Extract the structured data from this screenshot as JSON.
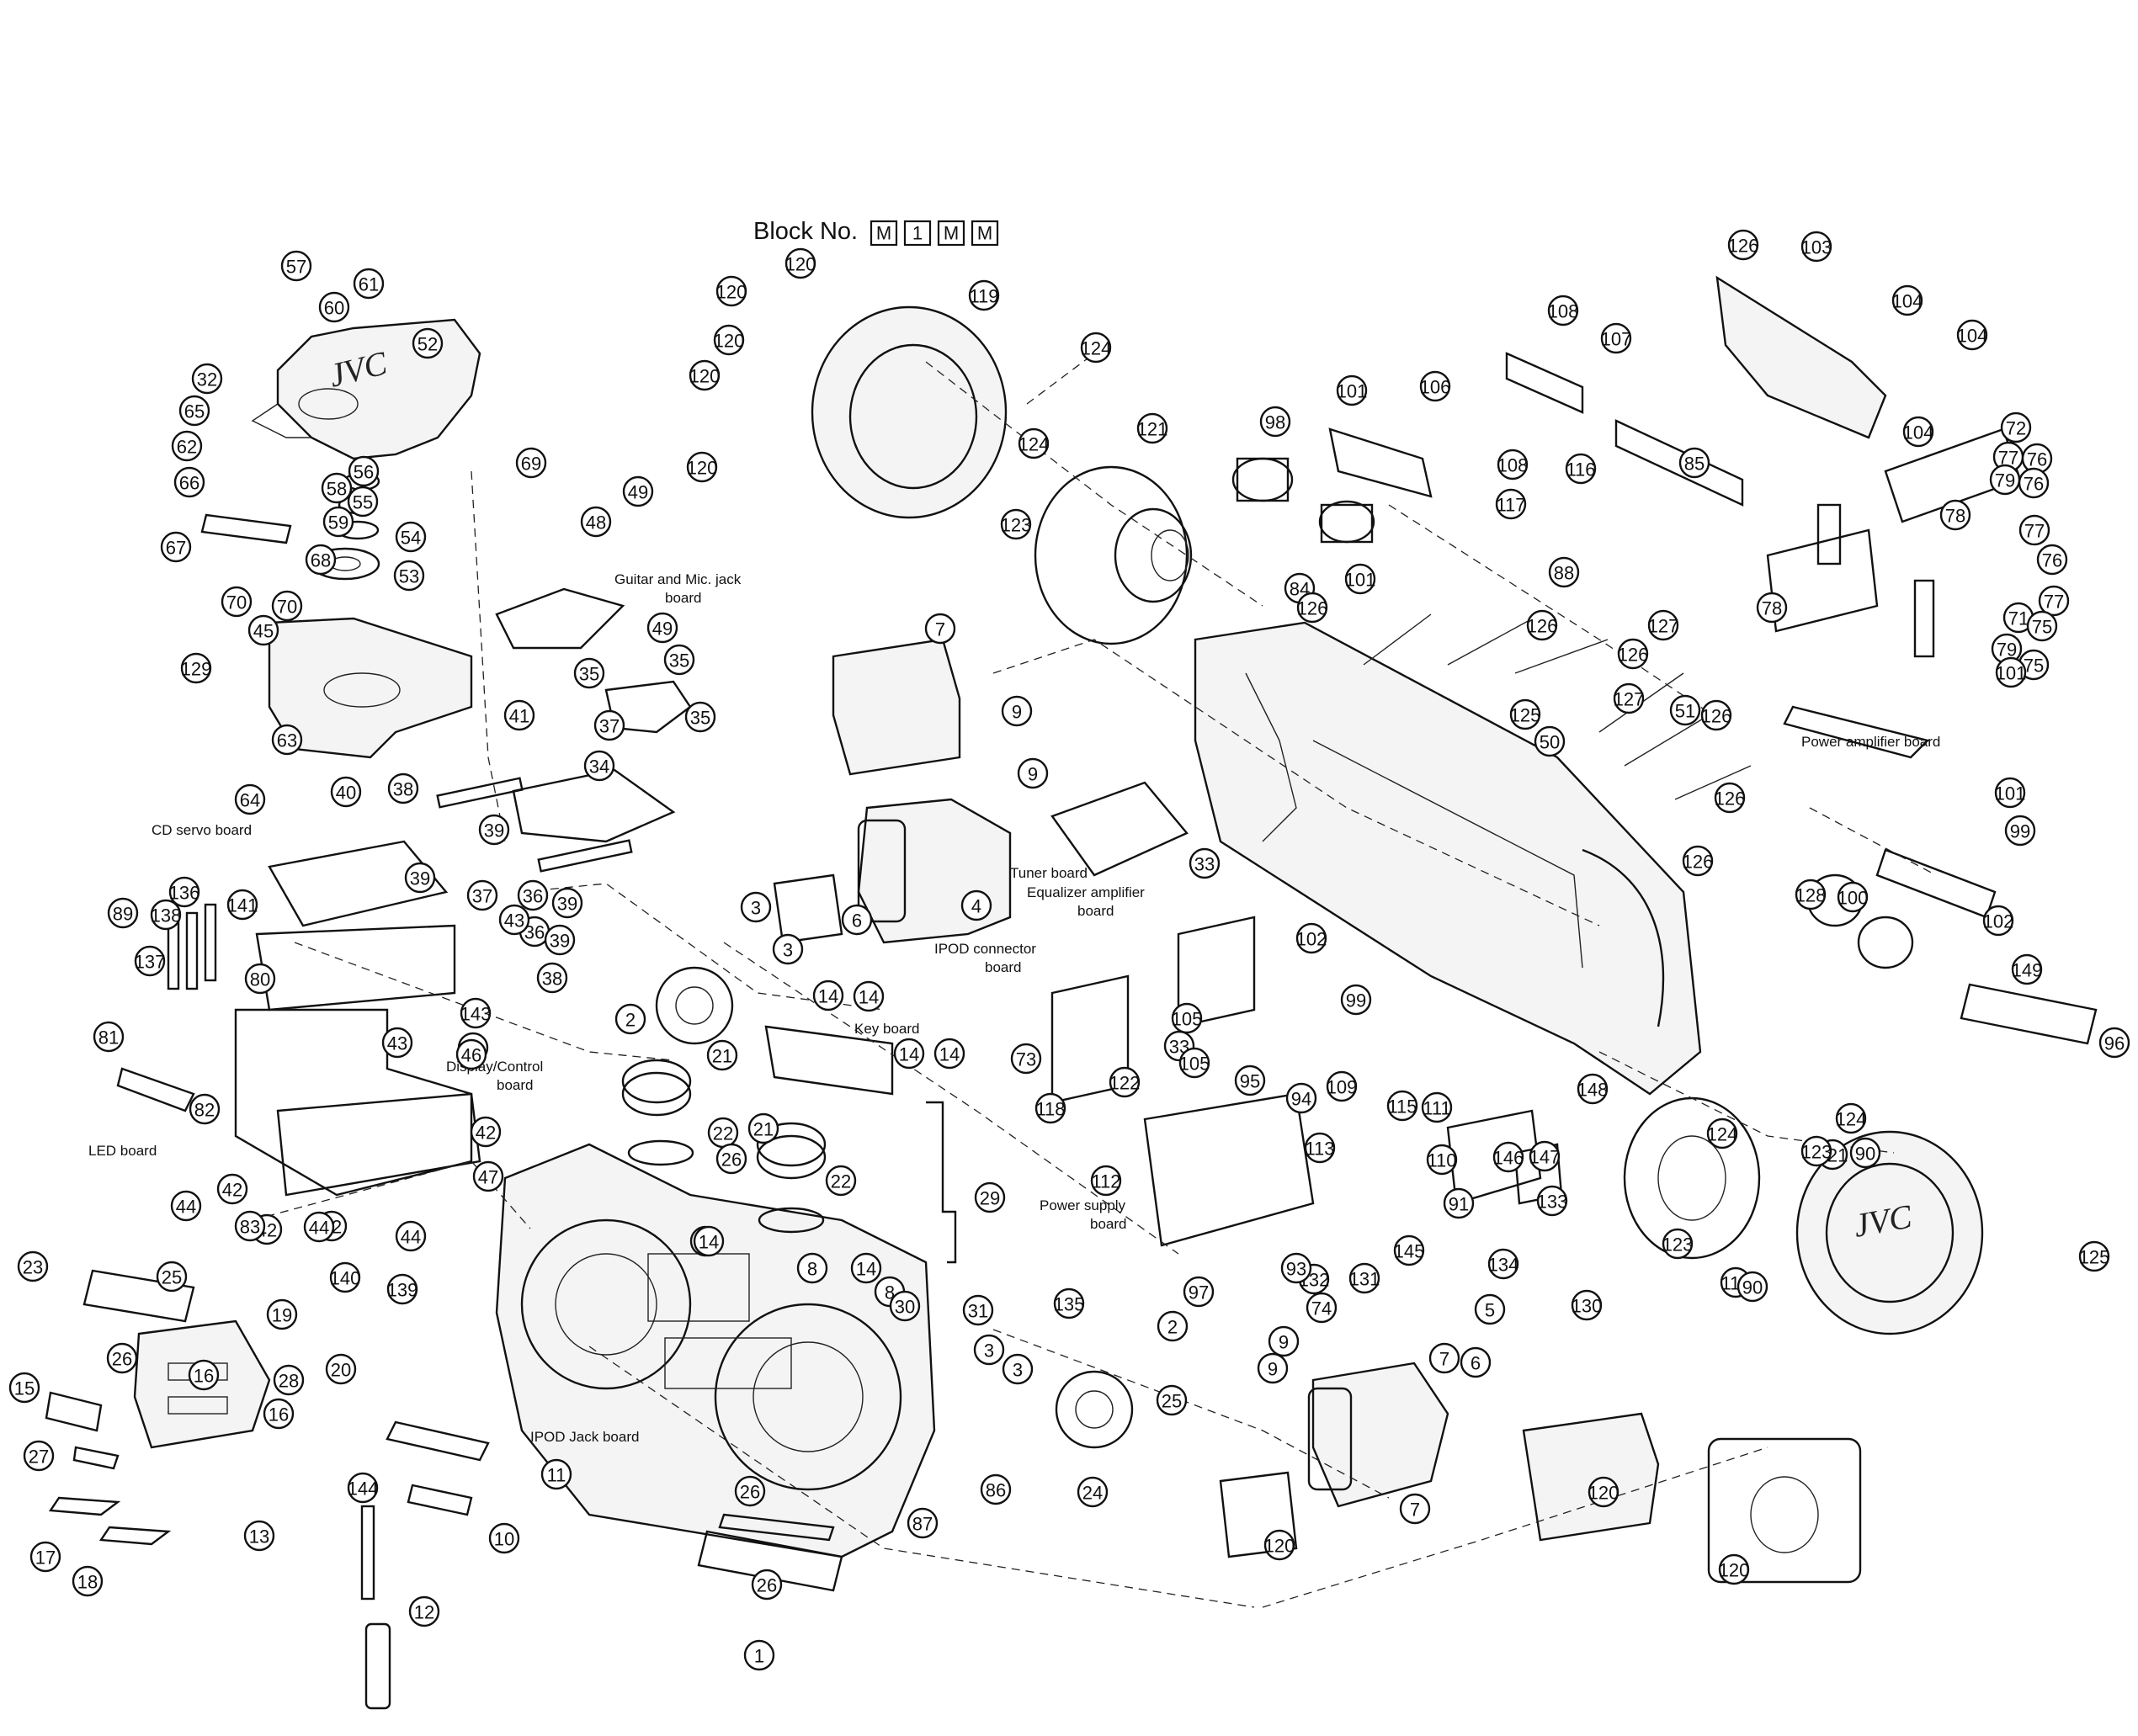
{
  "block": {
    "title": "Block No.",
    "codes": [
      "M",
      "1",
      "M",
      "M"
    ]
  },
  "brand_marks": [
    "JVC",
    "JVC"
  ],
  "board_labels": [
    "Guitar and Mic. jack\nboard",
    "CD servo board",
    "Display/Control\nboard",
    "LED board",
    "Key board",
    "IPOD connector\nboard",
    "Tuner board",
    "Equalizer amplifier\nboard",
    "Power amplifier board",
    "Power supply\nboard",
    "IPOD Jack  board"
  ],
  "callouts": [
    "57",
    "61",
    "60",
    "52",
    "32",
    "65",
    "62",
    "66",
    "67",
    "58",
    "59",
    "56",
    "55",
    "54",
    "53",
    "68",
    "70",
    "70",
    "69",
    "49",
    "48",
    "45",
    "129",
    "41",
    "49",
    "35",
    "35",
    "35",
    "34",
    "37",
    "39",
    "38",
    "39",
    "37",
    "36",
    "36",
    "38",
    "39",
    "39",
    "63",
    "64",
    "40",
    "43",
    "43",
    "89",
    "138",
    "136",
    "141",
    "137",
    "80",
    "81",
    "82",
    "42",
    "43",
    "42",
    "46",
    "143",
    "47",
    "44",
    "42",
    "83",
    "42",
    "44",
    "44",
    "140",
    "139",
    "23",
    "25",
    "26",
    "15",
    "27",
    "16",
    "19",
    "28",
    "20",
    "16",
    "17",
    "18",
    "13",
    "144",
    "12",
    "10",
    "11",
    "120",
    "120",
    "120",
    "119",
    "120",
    "120",
    "124",
    "121",
    "124",
    "123",
    "7",
    "9",
    "9",
    "4",
    "6",
    "3",
    "3",
    "2",
    "14",
    "14",
    "14",
    "14",
    "21",
    "22",
    "26",
    "14",
    "21",
    "22",
    "14",
    "8",
    "14",
    "8",
    "30",
    "29",
    "135",
    "31",
    "3",
    "3",
    "2",
    "25",
    "24",
    "26",
    "26",
    "1",
    "86",
    "87",
    "122",
    "33",
    "33",
    "105",
    "105",
    "73",
    "118",
    "112",
    "102",
    "99",
    "98",
    "101",
    "101",
    "106",
    "108",
    "108",
    "107",
    "116",
    "85",
    "117",
    "88",
    "84",
    "126",
    "126",
    "126",
    "127",
    "127",
    "125",
    "50",
    "51",
    "126",
    "126",
    "126",
    "128",
    "126",
    "103",
    "104",
    "104",
    "104",
    "72",
    "77",
    "76",
    "76",
    "77",
    "76",
    "77",
    "79",
    "78",
    "71",
    "75",
    "79",
    "78",
    "75",
    "101",
    "101",
    "99",
    "100",
    "102",
    "149",
    "96",
    "95",
    "94",
    "113",
    "109",
    "115",
    "111",
    "110",
    "146",
    "147",
    "148",
    "124",
    "124",
    "121",
    "123",
    "123",
    "119",
    "90",
    "90",
    "91",
    "145",
    "130",
    "134",
    "133",
    "131",
    "132",
    "74",
    "93",
    "97",
    "9",
    "9",
    "5",
    "6",
    "7",
    "7",
    "120",
    "120",
    "120",
    "125"
  ]
}
